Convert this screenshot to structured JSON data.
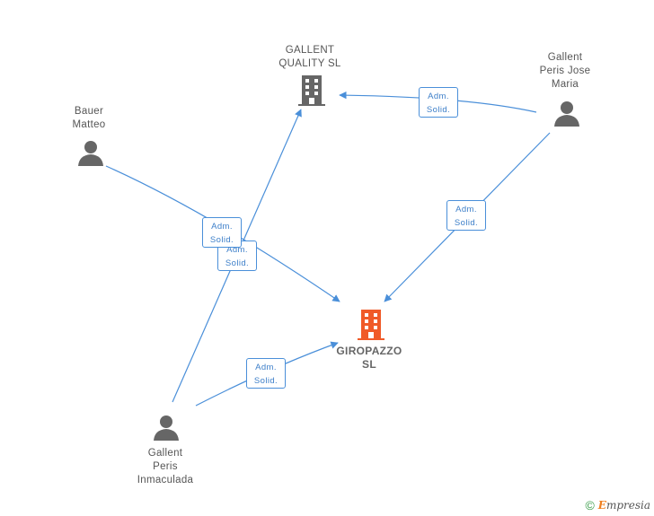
{
  "nodes": {
    "gallent_quality": {
      "lines": [
        "GALLENT",
        "QUALITY  SL"
      ],
      "type": "company"
    },
    "gallent_peris_jose_maria": {
      "lines": [
        "Gallent",
        "Peris Jose",
        "Maria"
      ],
      "type": "person"
    },
    "bauer_matteo": {
      "lines": [
        "Bauer",
        "Matteo"
      ],
      "type": "person"
    },
    "giropazzo": {
      "lines": [
        "GIROPAZZO",
        "SL"
      ],
      "type": "company-main"
    },
    "gallent_peris_inmaculada": {
      "lines": [
        "Gallent",
        "Peris",
        "Inmaculada"
      ],
      "type": "person"
    }
  },
  "relations": {
    "jose_to_quality": [
      "Adm.",
      "Solid."
    ],
    "jose_to_giropazzo": [
      "Adm.",
      "Solid."
    ],
    "bauer_to_giropazzo": [
      "Adm.",
      "Solid."
    ],
    "inmaculada_to_quality": [
      "Adm.",
      "Solid."
    ],
    "inmaculada_to_giropazzo": [
      "Adm.",
      "Solid."
    ]
  },
  "footer": {
    "copyright": "©",
    "brand_initial": "E",
    "brand_rest": "mpresia"
  },
  "colors": {
    "edge": "#4a8fd9",
    "company": "#666666",
    "main_company": "#f05a28",
    "person": "#666666"
  }
}
